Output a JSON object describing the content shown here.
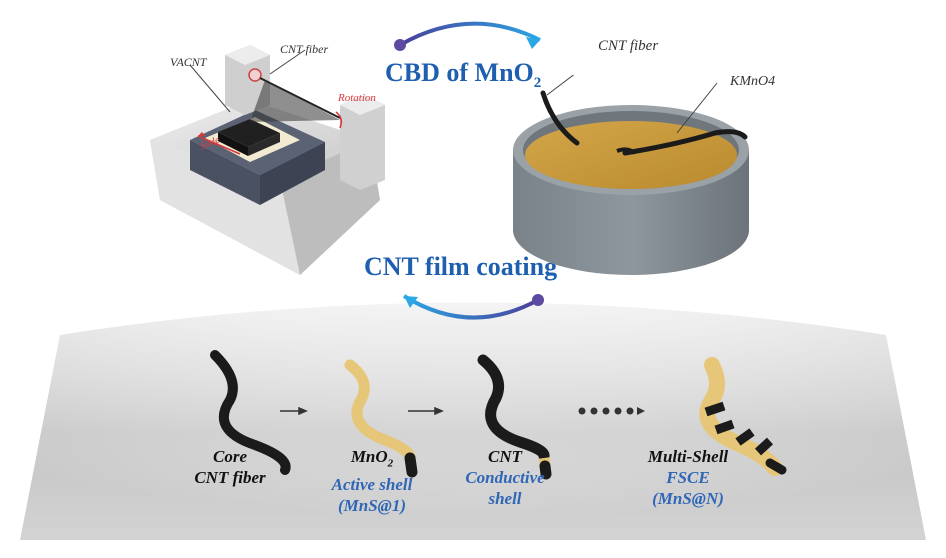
{
  "apparatus": {
    "vacnt_label": "VACNT",
    "cnt_fiber_label": "CNT fiber",
    "rotation_label": "Rotation",
    "slide_label": "Slide"
  },
  "bath": {
    "cnt_fiber_label": "CNT fiber",
    "kmno4_label": "KMnO4"
  },
  "process": {
    "cbd_label_main": "CBD of MnO",
    "cbd_label_sub": "2",
    "coating_label": "CNT film coating"
  },
  "stages": [
    {
      "title": "Core",
      "title_sub": "",
      "line2": "CNT fiber",
      "line3": ""
    },
    {
      "title": "MnO",
      "title_sub": "2",
      "line2": "Active shell",
      "line3": "(MnS@1)"
    },
    {
      "title": "CNT",
      "title_sub": "",
      "line2": "Conductive",
      "line3": "shell"
    },
    {
      "title": "Multi-Shell",
      "title_sub": "",
      "line2": "FSCE",
      "line3": "(MnS@N)"
    }
  ],
  "colors": {
    "fiber_black": "#1b1b1b",
    "mno2_tan": "#e6c77a",
    "label_blue": "#2f66b6",
    "arrow_blue": "#2fa3e0",
    "node_purple": "#5b4aa0",
    "bath_liquid": "#c99a3b",
    "rotation_red": "#d9383a"
  }
}
